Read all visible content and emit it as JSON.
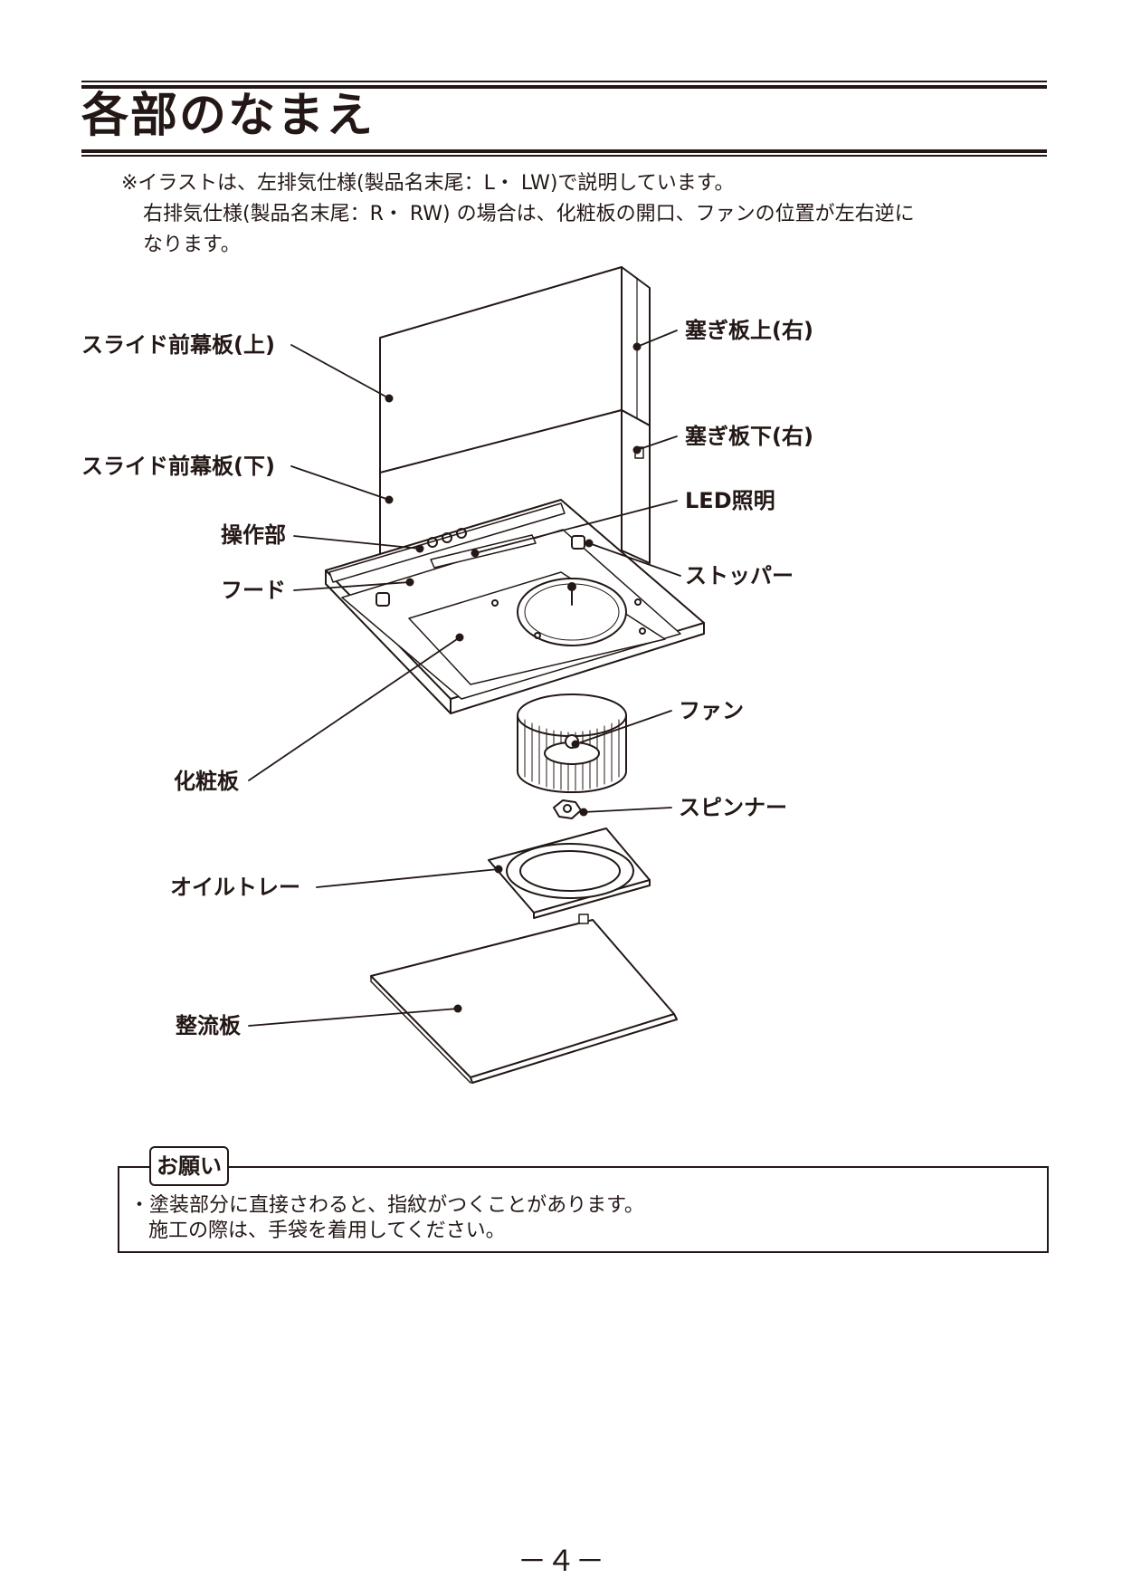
{
  "header": {
    "title": "各部のなまえ"
  },
  "intro": {
    "line1": "※イラストは、左排気仕様(製品名末尾：L・ LW)で説明しています。",
    "line2": "右排気仕様(製品名末尾：R・ RW) の場合は、化粧板の開口、ファンの位置が左右逆に",
    "line3": "なります。"
  },
  "parts": {
    "slide_front_upper": "スライド前幕板(上)",
    "slide_front_lower": "スライド前幕板(下)",
    "control_panel": "操作部",
    "hood": "フード",
    "decorative_panel": "化粧板",
    "oil_tray": "オイルトレー",
    "rectifier_plate": "整流板",
    "closing_plate_upper_right": "塞ぎ板上(右)",
    "closing_plate_lower_right": "塞ぎ板下(右)",
    "led_light": "LED照明",
    "stopper": "ストッパー",
    "fan": "ファン",
    "spinner": "スピンナー"
  },
  "request_box": {
    "tag": "お願い",
    "line1": "・塗装部分に直接さわると、指紋がつくことがあります。",
    "line2": "施工の際は、手袋を着用してください。"
  },
  "footer": {
    "page_number": "－４－"
  }
}
